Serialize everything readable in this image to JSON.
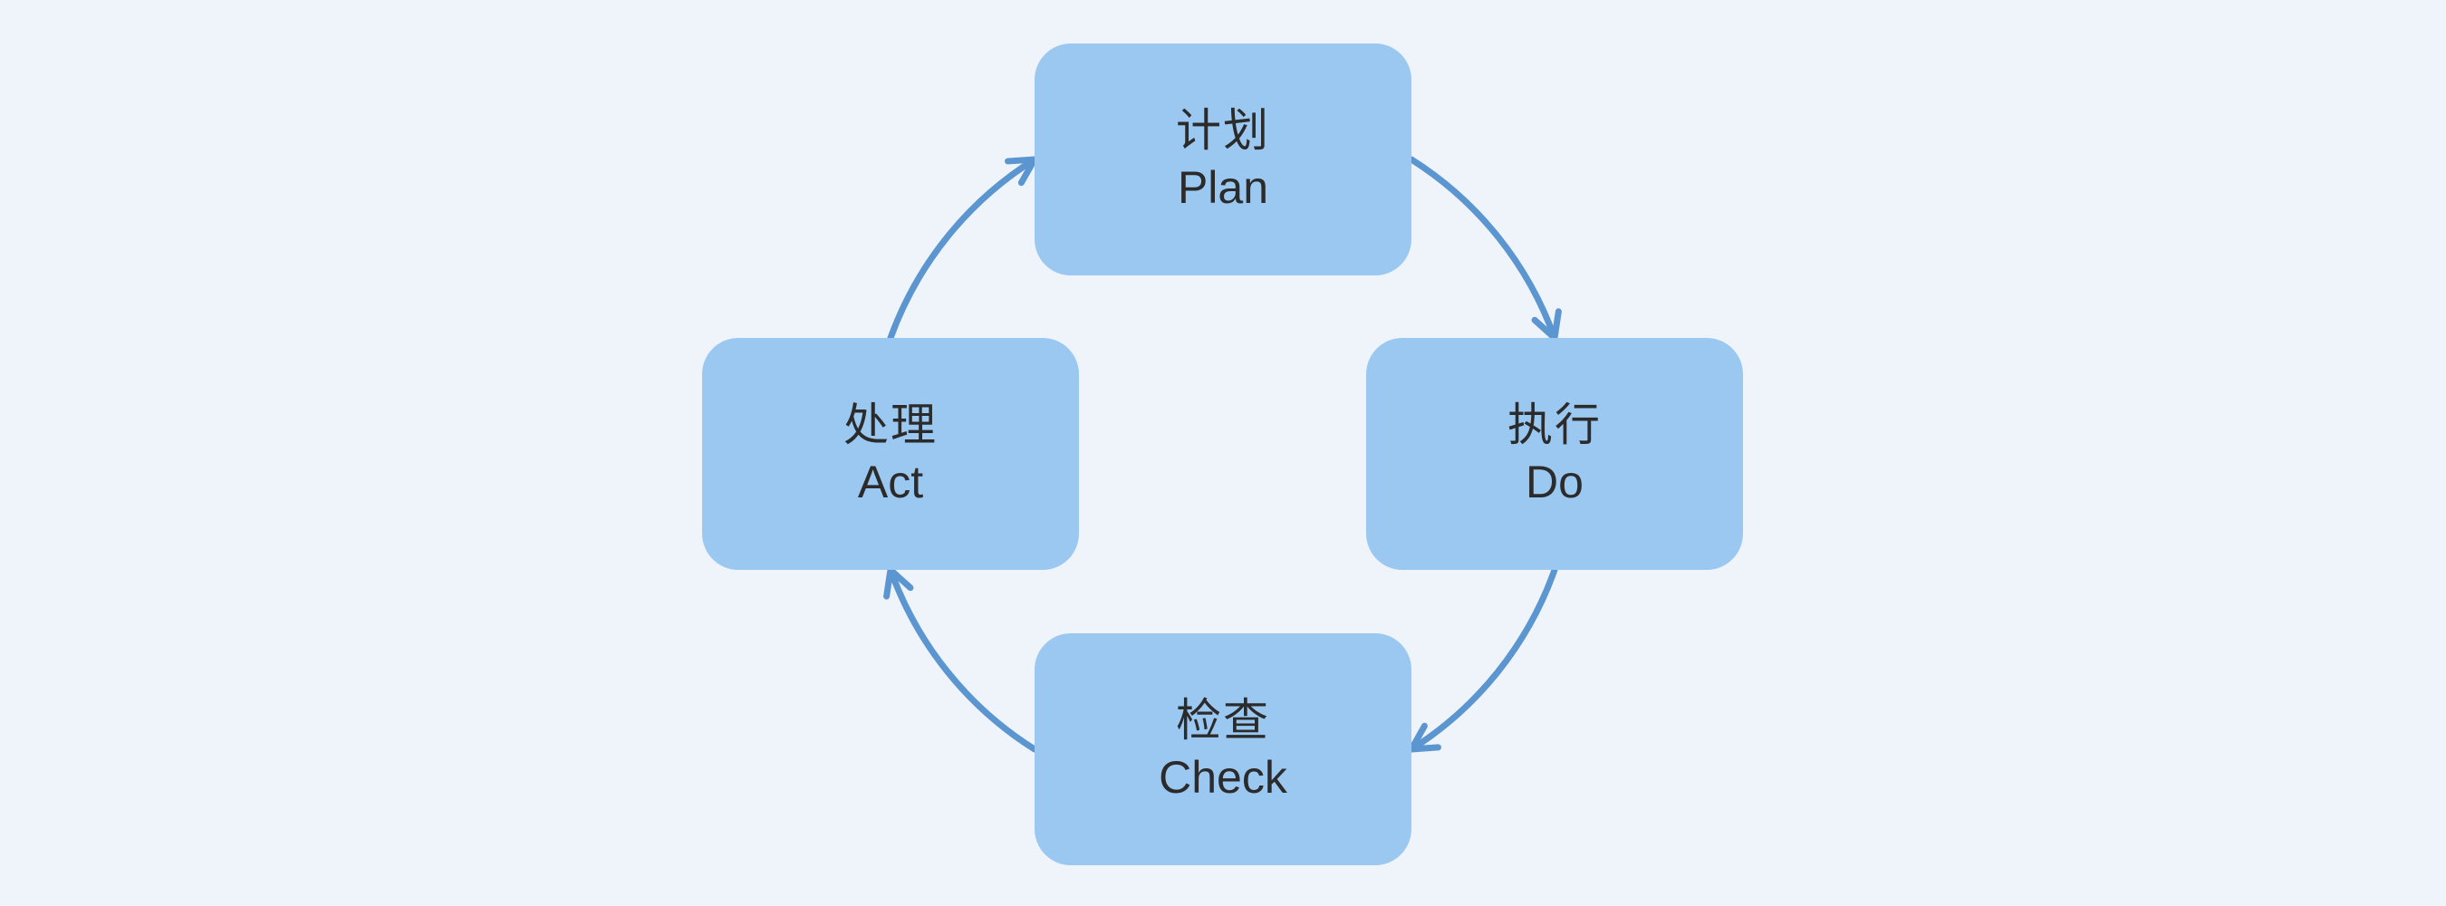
{
  "nodes": {
    "plan": {
      "zh": "计划",
      "en": "Plan"
    },
    "do": {
      "zh": "执行",
      "en": "Do"
    },
    "check": {
      "zh": "检查",
      "en": "Check"
    },
    "act": {
      "zh": "处理",
      "en": "Act"
    }
  },
  "cycle_order": [
    "plan",
    "do",
    "check",
    "act"
  ],
  "colors": {
    "background": "#eff4fb",
    "node_fill": "#9bc8f0",
    "arrow": "#5b96d1",
    "text": "#2b2b2b"
  }
}
